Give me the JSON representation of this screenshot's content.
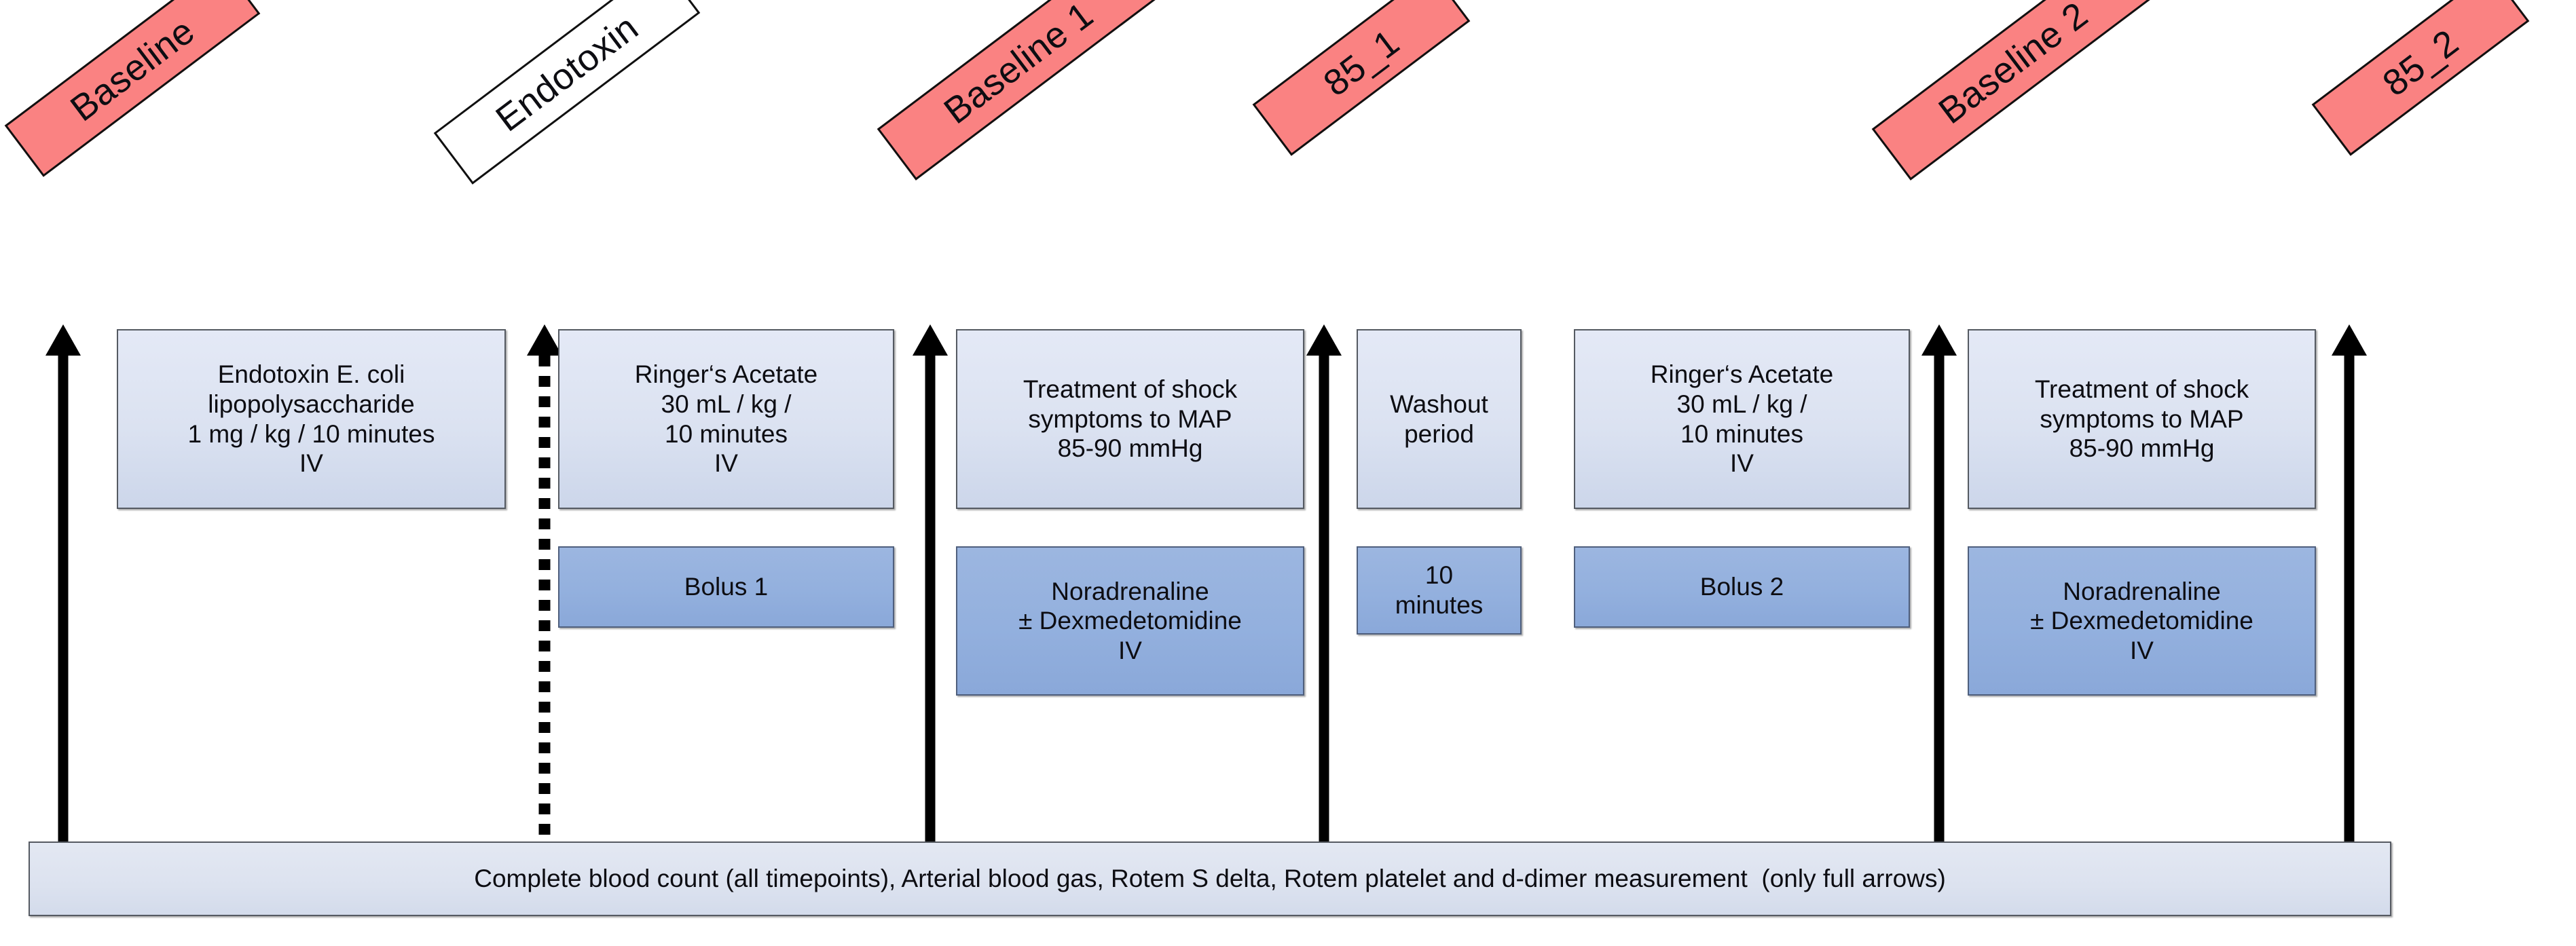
{
  "diagram": {
    "title": "Endotoxin shock experimental protocol timeline",
    "colors": {
      "tag_red": "#FA8282",
      "tag_white": "#FFFFFF",
      "box_light": "#DCE3F2",
      "box_blue": "#93B0DE",
      "banner": "#DCE2EF",
      "outline": "#101010"
    },
    "timepoint_tags": [
      {
        "id": "baseline",
        "label": "Baseline",
        "style": "red"
      },
      {
        "id": "endotoxin",
        "label": "Endotoxin",
        "style": "white"
      },
      {
        "id": "baseline-1",
        "label": "Baseline 1",
        "style": "red"
      },
      {
        "id": "85-1",
        "label": "85_1",
        "style": "red"
      },
      {
        "id": "baseline-2",
        "label": "Baseline 2",
        "style": "red"
      },
      {
        "id": "85-2",
        "label": "85_2",
        "style": "red"
      }
    ],
    "arrows": [
      {
        "id": "arrow-baseline",
        "kind": "solid"
      },
      {
        "id": "arrow-endotoxin",
        "kind": "dotted"
      },
      {
        "id": "arrow-baseline-1",
        "kind": "solid"
      },
      {
        "id": "arrow-85-1",
        "kind": "solid"
      },
      {
        "id": "arrow-baseline-2",
        "kind": "solid"
      },
      {
        "id": "arrow-85-2",
        "kind": "solid"
      }
    ],
    "phase_boxes": [
      {
        "id": "endotoxin-dose",
        "style": "light",
        "text": "Endotoxin E. coli\nlipopolysaccharide\n1 mg / kg / 10 minutes\nIV"
      },
      {
        "id": "ringers-acetate-1",
        "style": "light",
        "text": "Ringer‘s Acetate\n30 mL / kg /\n10 minutes\nIV"
      },
      {
        "id": "shock-treatment-1",
        "style": "light",
        "text": "Treatment of shock\nsymptoms to MAP\n85-90 mmHg"
      },
      {
        "id": "washout-period",
        "style": "light",
        "text": "Washout\nperiod"
      },
      {
        "id": "ringers-acetate-2",
        "style": "light",
        "text": "Ringer‘s Acetate\n30 mL / kg /\n10 minutes\nIV"
      },
      {
        "id": "shock-treatment-2",
        "style": "light",
        "text": "Treatment of shock\nsymptoms to MAP\n85-90 mmHg"
      }
    ],
    "intervention_boxes": [
      {
        "id": "bolus-1",
        "style": "blue",
        "text": "Bolus 1"
      },
      {
        "id": "noradrenaline-1",
        "style": "blue",
        "text": "Noradrenaline\n± Dexmedetomidine\nIV"
      },
      {
        "id": "washout-duration",
        "style": "blue",
        "text": "10\nminutes"
      },
      {
        "id": "bolus-2",
        "style": "blue",
        "text": "Bolus 2"
      },
      {
        "id": "noradrenaline-2",
        "style": "blue",
        "text": "Noradrenaline\n± Dexmedetomidine\nIV"
      }
    ],
    "banner": {
      "id": "measurements-banner",
      "text": "Complete blood count (all timepoints), Arterial blood gas, Rotem S delta, Rotem platelet and d-dimer measurement  (only full arrows)"
    }
  }
}
